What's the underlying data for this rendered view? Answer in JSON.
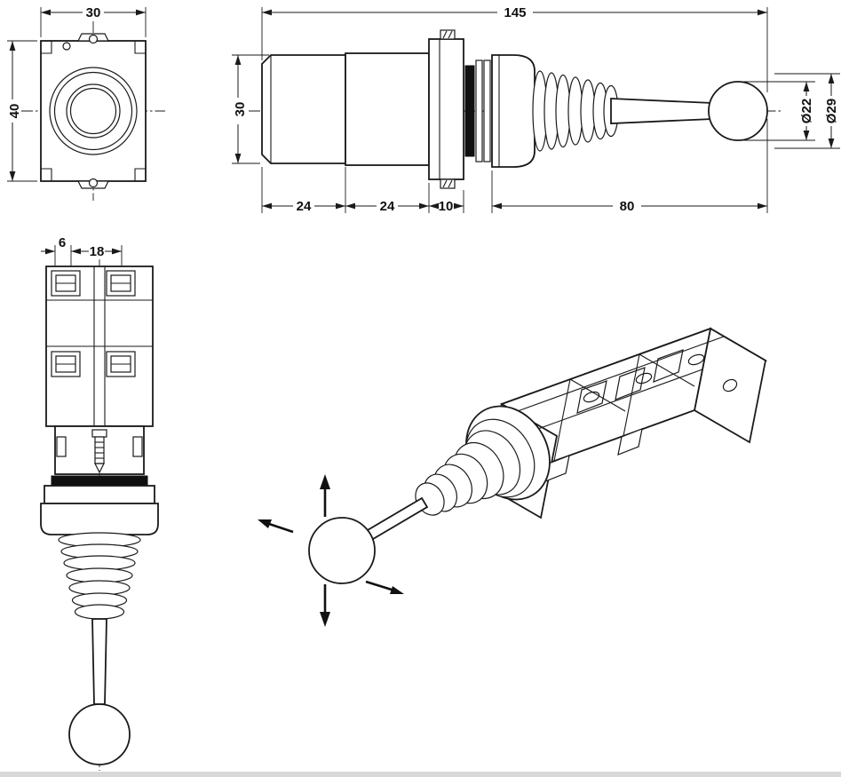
{
  "drawing": {
    "front_view": {
      "width": "30",
      "height": "40"
    },
    "side_view": {
      "total_length": "145",
      "block_height": "30",
      "len_block1": "24",
      "len_block2": "24",
      "len_flange": "10",
      "len_lever": "80",
      "knob_dia": "Ø22",
      "collar_dia": "Ø29"
    },
    "rear_view": {
      "terminal_offset": "6",
      "terminal_pitch": "18"
    },
    "isometric_view": {
      "movement_arrows": "up down upper-left lower-right"
    }
  }
}
